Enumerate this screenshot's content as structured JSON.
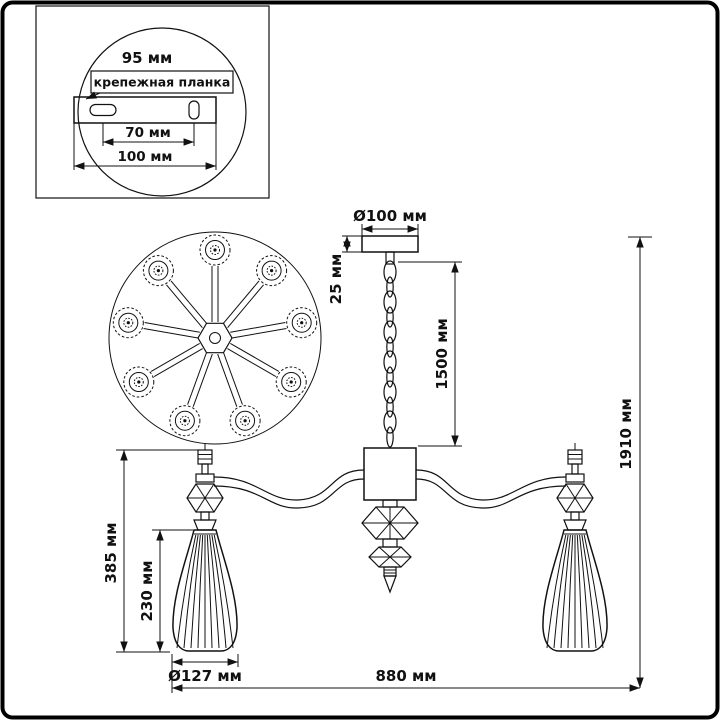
{
  "colors": {
    "line": "#111111",
    "background": "#ffffff"
  },
  "inset": {
    "dim_plate_width": "95 мм",
    "plate_label": "крепежная планка",
    "dim_hole_spacing": "70 мм",
    "dim_plate_length": "100 мм"
  },
  "front": {
    "dim_canopy_diameter": "Ø100 мм",
    "dim_canopy_height": "25 мм",
    "dim_chain_length": "1500 мм",
    "dim_total_height": "1910 мм",
    "dim_lamp_drop": "385 мм",
    "dim_shade_height": "230 мм",
    "dim_shade_diameter": "Ø127 мм",
    "dim_total_width": "880 мм"
  }
}
